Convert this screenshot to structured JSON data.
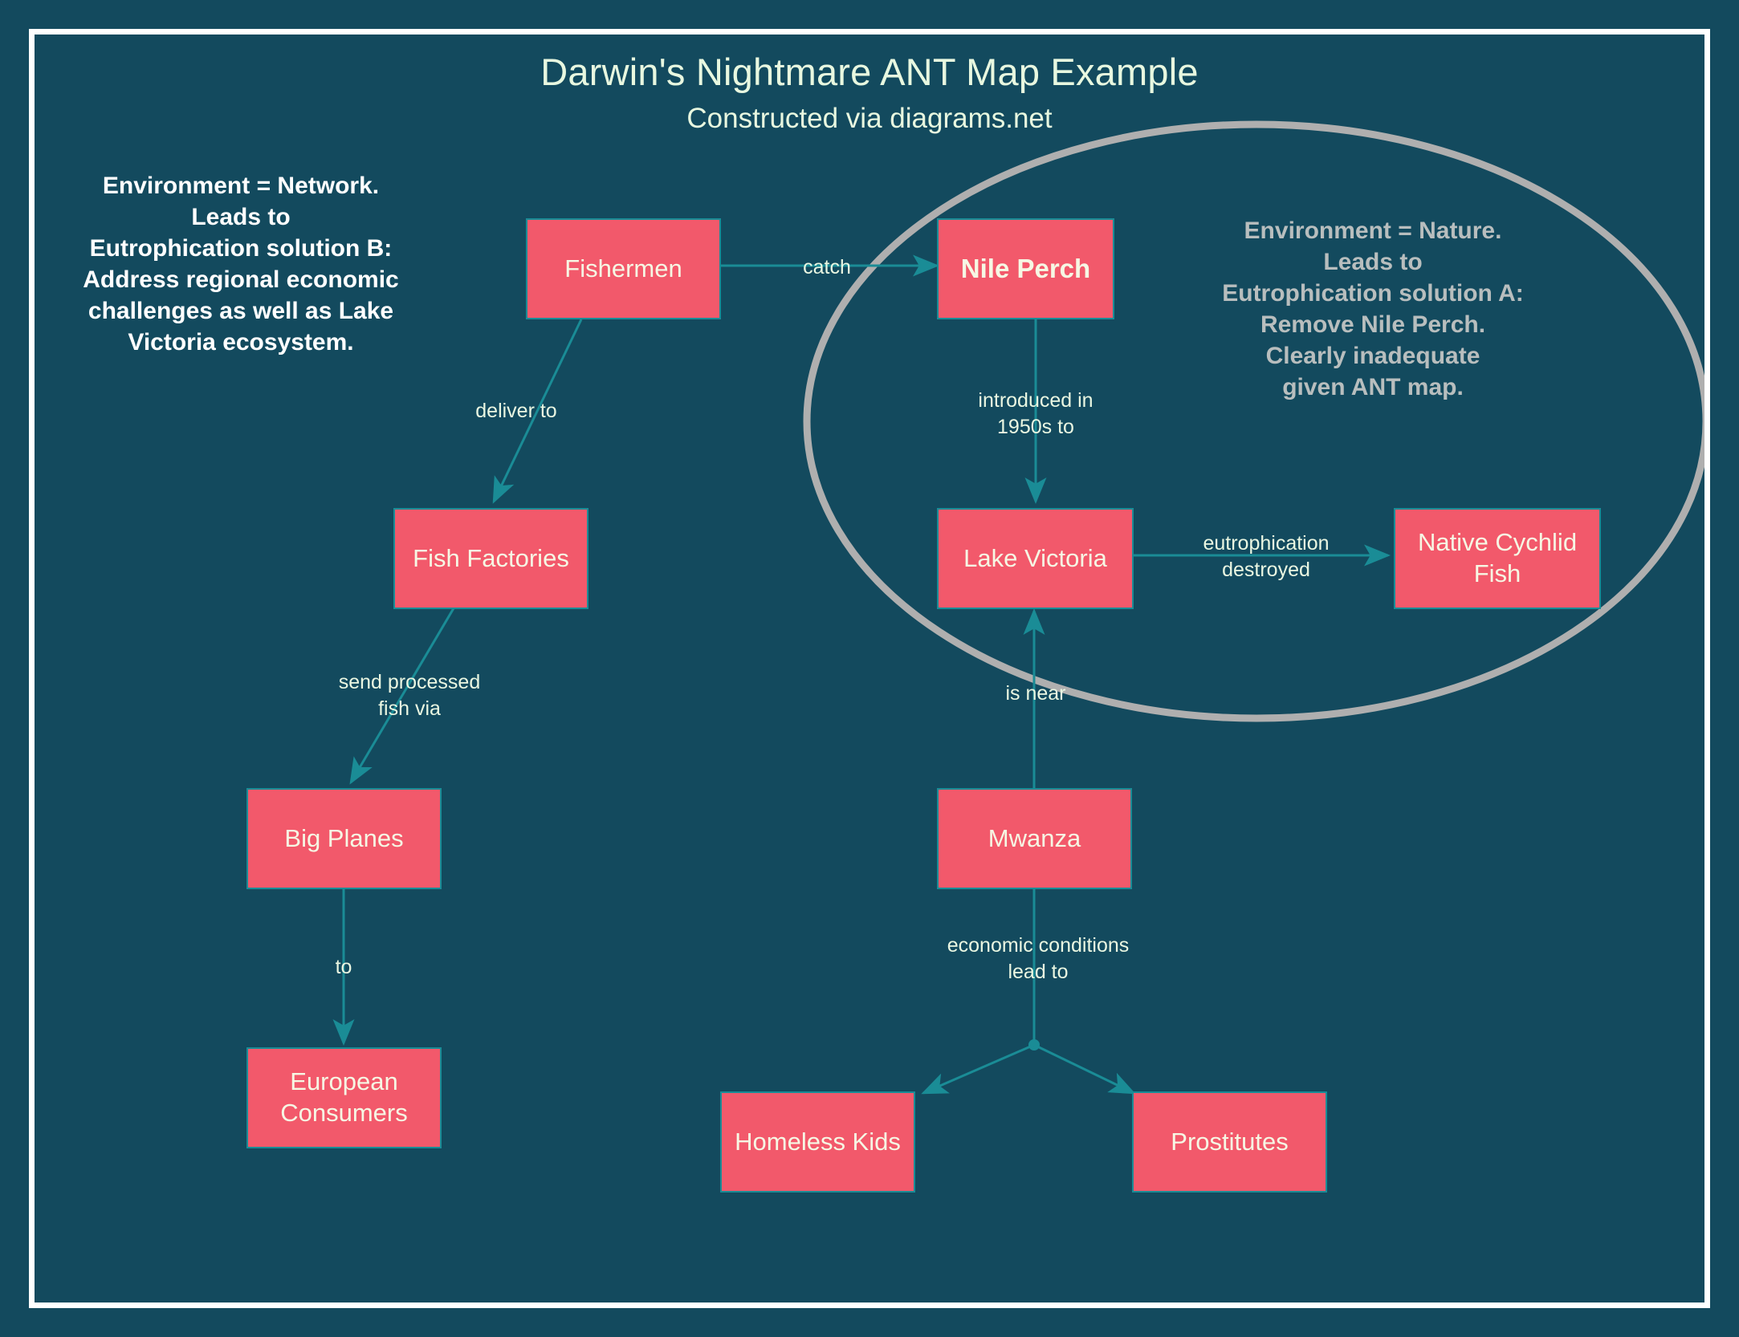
{
  "page": {
    "background_color": "#134A5E",
    "frame_color": "#FFFFFF",
    "node_fill": "#F2596B",
    "node_stroke": "#1A8C96",
    "edge_color": "#1A8C96",
    "ellipse_color": "#AFAFAF"
  },
  "header": {
    "title": "Darwin's Nightmare ANT Map Example",
    "subtitle": "Constructed via diagrams.net"
  },
  "annotations": [
    {
      "id": "annotation-network",
      "text": "Environment = Network.\nLeads to\nEutrophication solution B:\nAddress regional economic\nchallenges as well as Lake\nVictoria ecosystem.",
      "color": "#FFFFFF"
    },
    {
      "id": "annotation-nature",
      "text": "Environment = Nature.\nLeads to\nEutrophication solution A:\nRemove Nile Perch.\nClearly inadequate\ngiven ANT map.",
      "color": "#B8BEBE"
    }
  ],
  "nodes": [
    {
      "id": "fishermen",
      "label": "Fishermen",
      "bold": false
    },
    {
      "id": "nile-perch",
      "label": "Nile Perch",
      "bold": true
    },
    {
      "id": "fish-factories",
      "label": "Fish Factories",
      "bold": false
    },
    {
      "id": "lake-victoria",
      "label": "Lake Victoria",
      "bold": false
    },
    {
      "id": "native-cychlid",
      "label": "Native Cychlid Fish",
      "bold": false
    },
    {
      "id": "big-planes",
      "label": "Big Planes",
      "bold": false
    },
    {
      "id": "mwanza",
      "label": "Mwanza",
      "bold": false
    },
    {
      "id": "euro-consumers",
      "label": "European\nConsumers",
      "bold": false
    },
    {
      "id": "homeless-kids",
      "label": "Homeless Kids",
      "bold": false
    },
    {
      "id": "prostitutes",
      "label": "Prostitutes",
      "bold": false
    }
  ],
  "edges": [
    {
      "id": "edge-catch",
      "from": "fishermen",
      "to": "nile-perch",
      "label": "catch"
    },
    {
      "id": "edge-deliver",
      "from": "fishermen",
      "to": "fish-factories",
      "label": "deliver to"
    },
    {
      "id": "edge-introduced",
      "from": "nile-perch",
      "to": "lake-victoria",
      "label": "introduced in\n1950s to"
    },
    {
      "id": "edge-eutroph",
      "from": "lake-victoria",
      "to": "native-cychlid",
      "label": "eutrophication\ndestroyed"
    },
    {
      "id": "edge-send",
      "from": "fish-factories",
      "to": "big-planes",
      "label": "send processed\nfish via"
    },
    {
      "id": "edge-to",
      "from": "big-planes",
      "to": "euro-consumers",
      "label": "to"
    },
    {
      "id": "edge-is-near",
      "from": "mwanza",
      "to": "lake-victoria",
      "label": "is near"
    },
    {
      "id": "edge-economic",
      "from": "mwanza",
      "to": "homeless-kids",
      "label": "economic conditions\nlead to"
    },
    {
      "id": "edge-economic-2",
      "from": "mwanza",
      "to": "prostitutes",
      "label": ""
    }
  ],
  "grouping": {
    "id": "nature-ellipse",
    "shape": "ellipse",
    "encloses": [
      "nile-perch",
      "lake-victoria",
      "native-cychlid",
      "annotation-nature"
    ]
  }
}
